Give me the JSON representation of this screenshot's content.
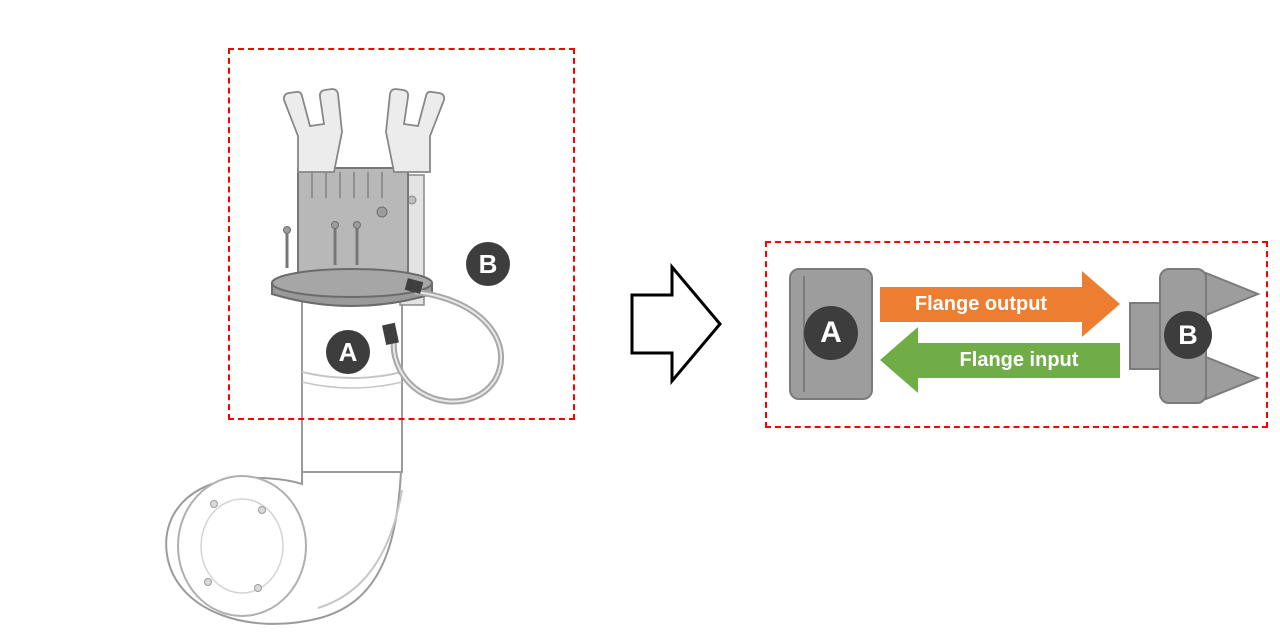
{
  "left_panel": {
    "badge_a": "A",
    "badge_b": "B"
  },
  "right_panel": {
    "badge_a": "A",
    "badge_b": "B",
    "flange_output_label": "Flange output",
    "flange_input_label": "Flange input"
  },
  "colors": {
    "highlight_red": "#FF0000",
    "output_orange": "#ED7D31",
    "input_green": "#70AD47",
    "badge_dark": "#3D3D3D",
    "flange_gray": "#9D9D9D"
  }
}
